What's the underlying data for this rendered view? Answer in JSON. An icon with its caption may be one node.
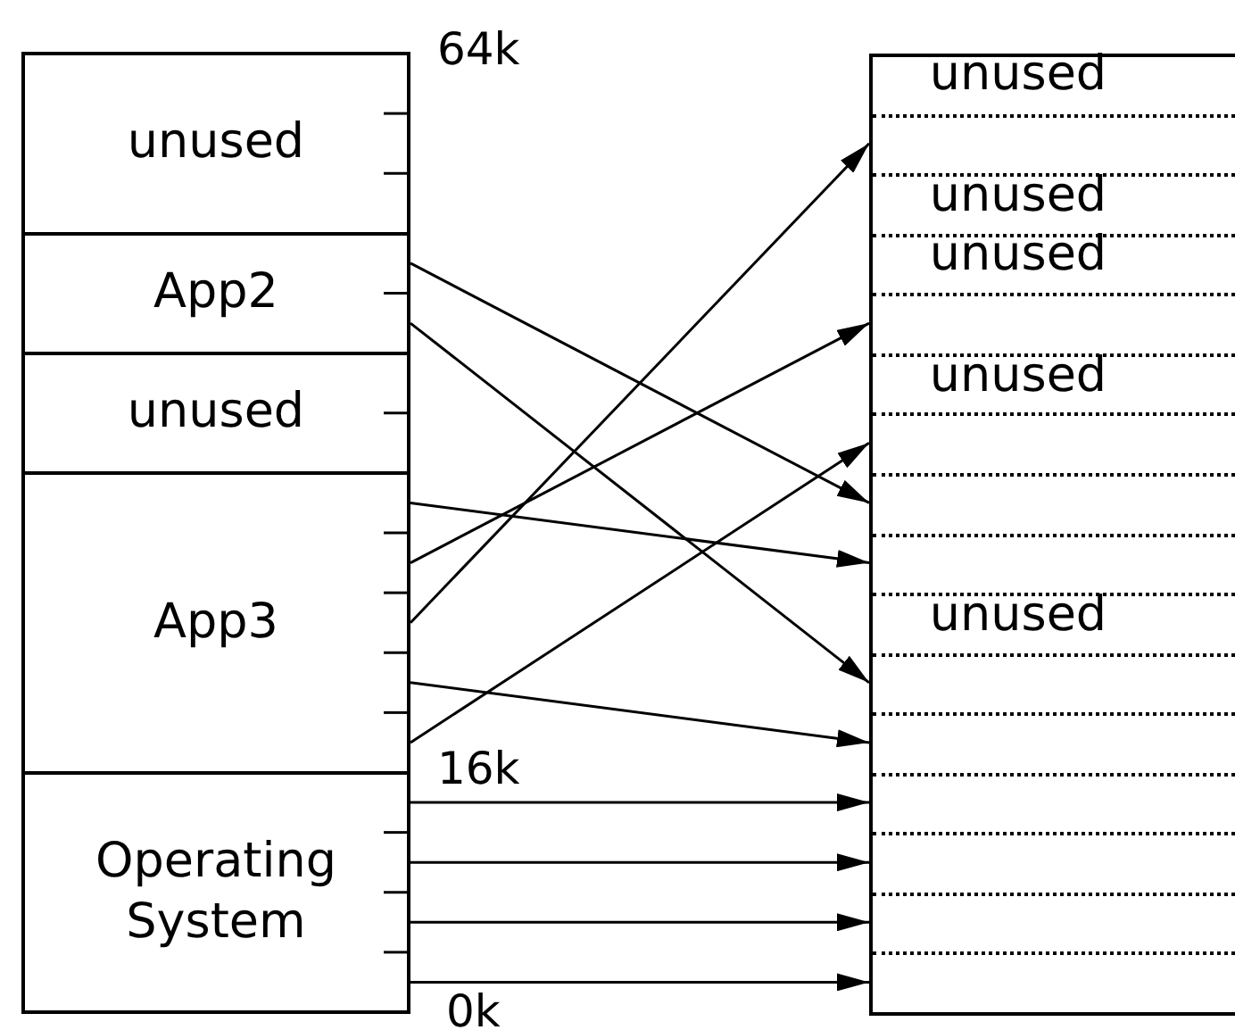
{
  "diagram": {
    "nodes": [
      {
        "text": [
          "unused"
        ]
      },
      {
        "text": [
          "App2"
        ]
      },
      {
        "text": [
          "unused"
        ]
      },
      {
        "text": [
          "App3"
        ]
      },
      {
        "text": [
          "Operating System"
        ]
      },
      {
        "text": [],
        "shape": "box"
      },
      {
        "text": [
          "unused"
        ],
        "in": 5
      },
      {
        "text": [],
        "shape": "box",
        "in": 5
      },
      {
        "text": [
          "unused"
        ],
        "in": 5
      },
      {
        "text": [
          "unused"
        ],
        "in": 5
      },
      {
        "text": [],
        "shape": "box",
        "in": 5
      },
      {
        "text": [
          "unused"
        ],
        "in": 5
      },
      {
        "text": [],
        "shape": "box",
        "in": 5
      },
      {
        "text": [],
        "shape": "box",
        "in": 5
      },
      {
        "text": [],
        "shape": "box",
        "in": 5
      },
      {
        "text": [
          "unused"
        ],
        "in": 5
      },
      {
        "text": [],
        "shape": "box",
        "in": 5
      },
      {
        "text": [],
        "shape": "box",
        "in": 5
      },
      {
        "text": [],
        "shape": "box",
        "in": 5
      },
      {
        "text": [],
        "shape": "box",
        "in": 5
      },
      {
        "text": [],
        "shape": "box",
        "in": 5
      },
      {
        "text": [],
        "shape": "box",
        "in": 5
      }
    ],
    "edges": [
      {
        "from": 1,
        "to": 13,
        "arrow": "to"
      },
      {
        "from": 1,
        "to": 16,
        "arrow": "to"
      },
      {
        "from": 3,
        "to": 14,
        "arrow": "to"
      },
      {
        "from": 3,
        "to": 10,
        "arrow": "to"
      },
      {
        "from": 3,
        "to": 7,
        "arrow": "to"
      },
      {
        "from": 3,
        "to": 17,
        "arrow": "to"
      },
      {
        "from": 3,
        "to": 12,
        "arrow": "to"
      },
      {
        "from": 4,
        "to": 18,
        "arrow": "to"
      },
      {
        "from": 4,
        "to": 19,
        "arrow": "to"
      },
      {
        "from": 4,
        "to": 20,
        "arrow": "to"
      },
      {
        "from": 4,
        "to": 21,
        "arrow": "to"
      }
    ],
    "labels": [
      "64k",
      "16k",
      "0k"
    ]
  }
}
